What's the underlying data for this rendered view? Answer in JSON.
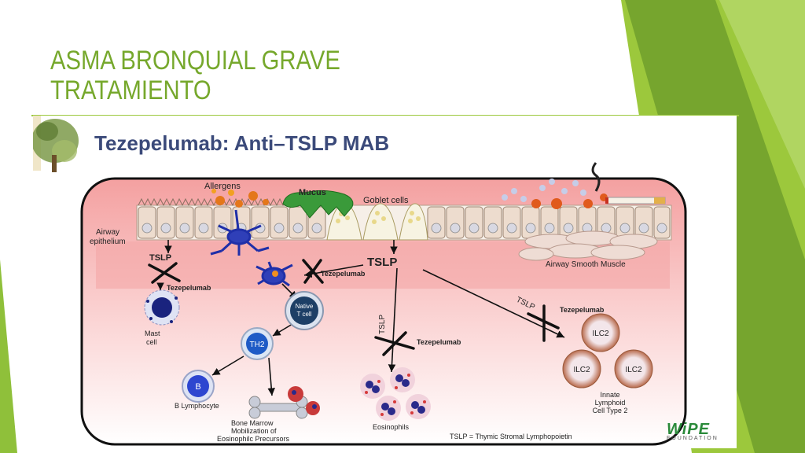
{
  "slide": {
    "title_line1": "ASMA BRONQUIAL GRAVE",
    "title_line2": "TRATAMIENTO"
  },
  "figure": {
    "title": "Tezepelumab: Anti–TSLP MAB",
    "labels": {
      "allergens": "Allergens",
      "mucus": "Mucus",
      "goblet_cells": "Goblet cells",
      "airway_epithelium_1": "Airway",
      "airway_epithelium_2": "epithelium",
      "airway_smooth_muscle": "Airway Smooth Muscle",
      "tslp_left": "TSLP",
      "tslp_center": "TSLP",
      "tslp_vertical": "TSLP",
      "tslp_diagonal": "TSLP",
      "tezepelumab_mast": "Tezepelumab",
      "tezepelumab_dc": "Tezepelumab",
      "tezepelumab_eos": "Tezepelumab",
      "tezepelumab_ilc": "Tezepelumab",
      "mast_cell_1": "Mast",
      "mast_cell_2": "cell",
      "native_t_1": "Native",
      "native_t_2": "T cell",
      "th2": "TH2",
      "b_cell": "B",
      "b_lymphocyte": "B Lymphocyte",
      "bone_marrow_1": "Bone Marrow",
      "bone_marrow_2": "Mobilization of",
      "bone_marrow_3": "Eosinophilc Precursors",
      "eosinophils": "Eosinophils",
      "ilc2_a": "ILC2",
      "ilc2_b": "ILC2",
      "ilc2_c": "ILC2",
      "innate_1": "Innate",
      "innate_2": "Lymphoid",
      "innate_3": "Cell Type 2",
      "footnote": "TSLP = Thymic Stromal Lymphopoietin",
      "logo_main": "WiPE",
      "logo_sub": "FOUNDATION"
    }
  },
  "colors": {
    "title_green": "#76a82c",
    "deco_green_dark": "#6a9a2a",
    "deco_green_light": "#9cc83c",
    "figure_title": "#3b4a7a",
    "tissue_pink": "#f5a8a8",
    "dendritic_blue": "#1f2fa8"
  },
  "icons": {
    "tree": "tree-sketch-icon",
    "cigarette": "cigarette-icon"
  }
}
